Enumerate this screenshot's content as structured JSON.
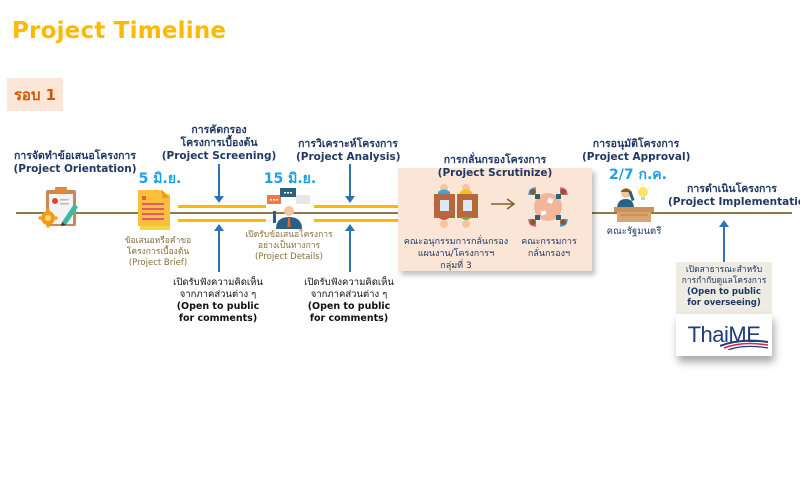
{
  "title": "Project Timeline",
  "round_badge": "รอบ 1",
  "colors": {
    "title": "#ffb900",
    "badge_bg": "#fce6d8",
    "badge_text": "#d45500",
    "stage_text": "#1f3864",
    "date_text": "#1ea0e6",
    "timeline_line": "#8b7d45",
    "gold_line": "#ffb900",
    "arrow": "#2e74b5",
    "scrutiny_box": "#fbe5d6"
  },
  "stages": {
    "orientation": {
      "th": "การจัดทำข้อเสนอโครงการ",
      "en": "(Project Orientation)",
      "icon": "clipboard-gear-icon"
    },
    "screening": {
      "th1": "การคัดกรอง",
      "th2": "โครงการเบื้องต้น",
      "en": "(Project Screening)"
    },
    "analysis": {
      "th": "การวิเคราะห์โครงการ",
      "en": "(Project Analysis)"
    },
    "scrutinize": {
      "th": "การกลั่นกรองโครงการ",
      "en": "(Project Scrutinize)"
    },
    "approval": {
      "th": "การอนุมัติโครงการ",
      "en": "(Project Approval)"
    },
    "implementation": {
      "th": "การดำเนินโครงการ",
      "en": "(Project Implementation)"
    }
  },
  "milestones": {
    "brief": {
      "date": "5 มิ.ย.",
      "line1": "ข้อเสนอหรือคำขอ",
      "line2": "โครงการเบื้องต้น",
      "en": "(Project Brief)",
      "icon": "document-icon"
    },
    "details": {
      "date": "15 มิ.ย.",
      "line1": "เปิดรับข้อเสนอโครงการ",
      "line2": "อย่างเป็นทางการ",
      "en": "(Project Details)",
      "icon": "presenter-chat-icon"
    },
    "approval": {
      "date": "2/7 ก.ค.",
      "caption": "คณะรัฐมนตรี",
      "icon": "cabinet-desk-icon"
    }
  },
  "comments": [
    {
      "th1": "เปิดรับฟังความคิดเห็น",
      "th2": "จากภาคส่วนต่าง ๆ",
      "en1": "(Open to public",
      "en2": "for comments)"
    },
    {
      "th1": "เปิดรับฟังความคิดเห็น",
      "th2": "จากภาคส่วนต่าง ๆ",
      "en1": "(Open to public",
      "en2": "for comments)"
    }
  ],
  "scrutiny": {
    "subcommittee": {
      "line1": "คณะอนุกรรมการกลั่นกรอง",
      "line2": "แผนงาน/โครงการฯ",
      "line3": "กลุ่มที่ 3",
      "icon": "subcommittee-meeting-icon"
    },
    "committee": {
      "line1": "คณะกรรมการ",
      "line2": "กลั่นกรองฯ",
      "icon": "round-table-meeting-icon"
    }
  },
  "public_oversight": {
    "th1": "เปิดสาธารณะสำหรับ",
    "th2": "การกำกับดูแลโครงการ",
    "en1": "(Open to public",
    "en2": "for overseeing)",
    "logo_text": "ThaiME"
  }
}
